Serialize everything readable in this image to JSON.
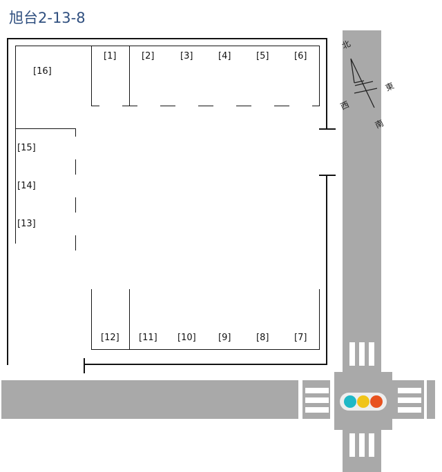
{
  "title": "旭台2-13-8",
  "spaces_top": [
    "[1]",
    "[2]",
    "[3]",
    "[4]",
    "[5]",
    "[6]"
  ],
  "spaces_bottom": [
    "[12]",
    "[11]",
    "[10]",
    "[9]",
    "[8]",
    "[7]"
  ],
  "spaces_left": [
    "[15]",
    "[14]",
    "[13]"
  ],
  "space_16": "[16]",
  "compass": {
    "north": "北",
    "east": "東",
    "west": "西",
    "south": "南"
  },
  "signal": {
    "colors": [
      "#1fb8c6",
      "#f0c419",
      "#e8521f"
    ]
  },
  "road_color": "#a9a9a9"
}
